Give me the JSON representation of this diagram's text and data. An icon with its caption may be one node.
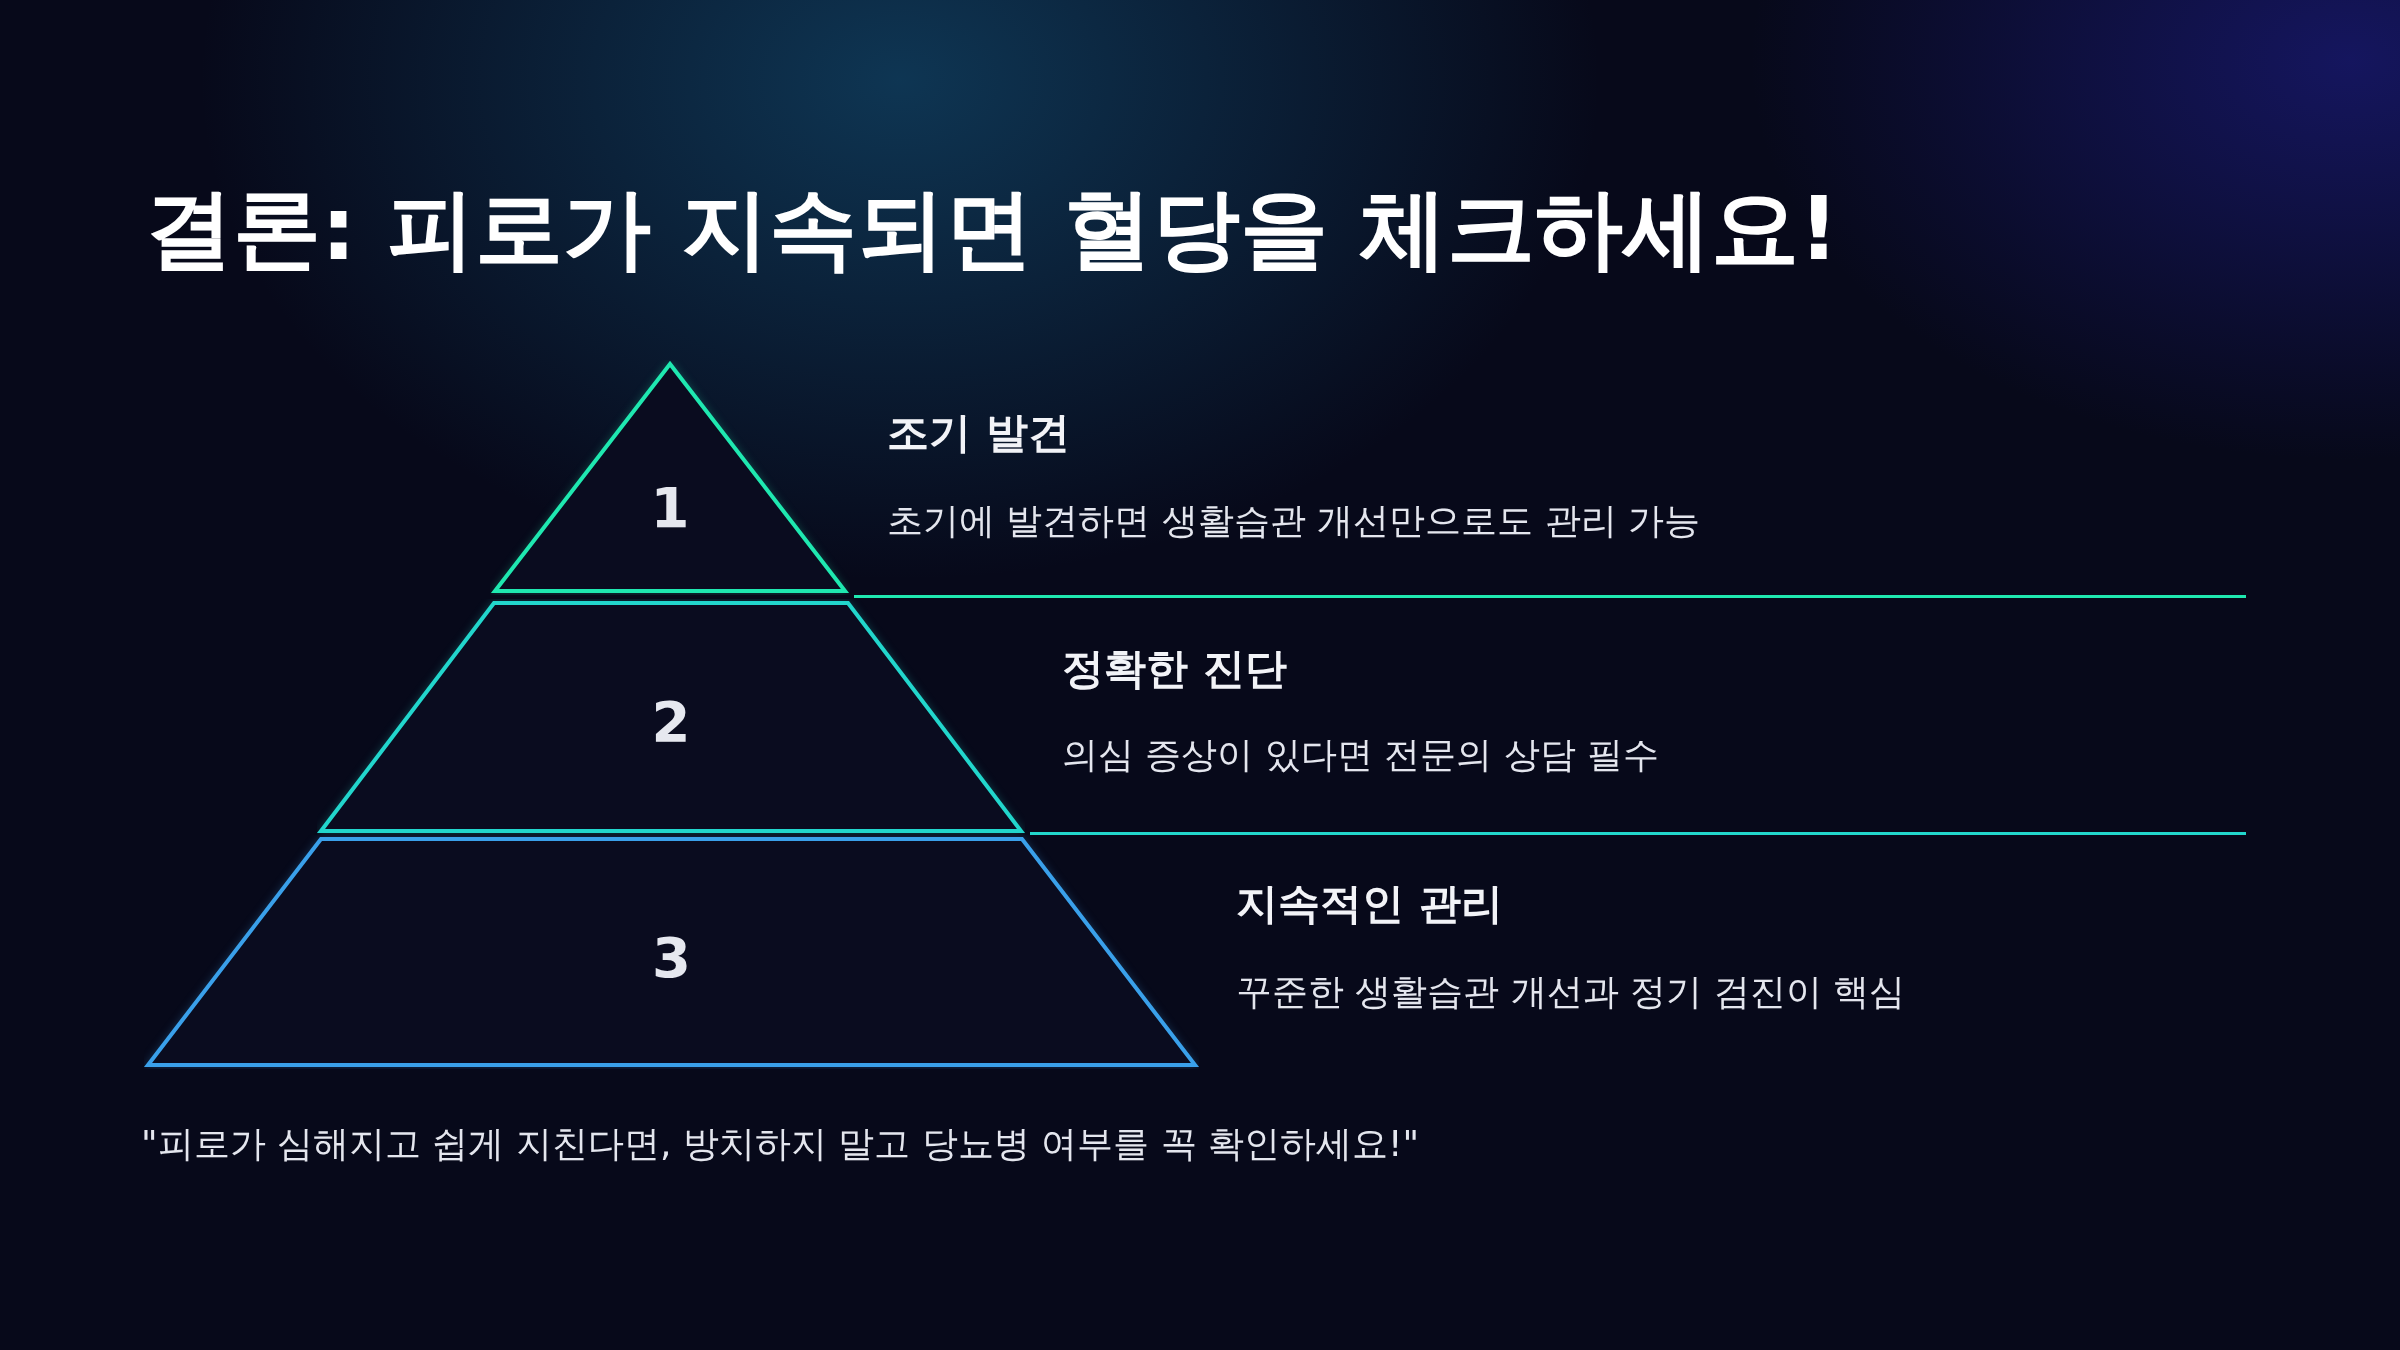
{
  "diagram": {
    "title": "결론: 피로가 지속되면 혈당을 체크하세요!",
    "nodes": [
      {
        "text": [
          "1"
        ],
        "beside": [
          "조기 발견",
          "초기에 발견하면 생활습관 개선만으로도 관리 가능"
        ]
      },
      {
        "text": [
          "2"
        ],
        "beside": [
          "정확한 진단",
          "의심 증상이 있다면 전문의 상담 필수"
        ]
      },
      {
        "text": [
          "3"
        ],
        "beside": [
          "지속적인 관리",
          "꾸준한 생활습관 개선과 정기 검진이 핵심"
        ]
      }
    ],
    "caption": "\"피로가 심해지고 쉽게 지친다면, 방치하지 말고 당뇨병 여부를 꼭 확인하세요!\""
  }
}
